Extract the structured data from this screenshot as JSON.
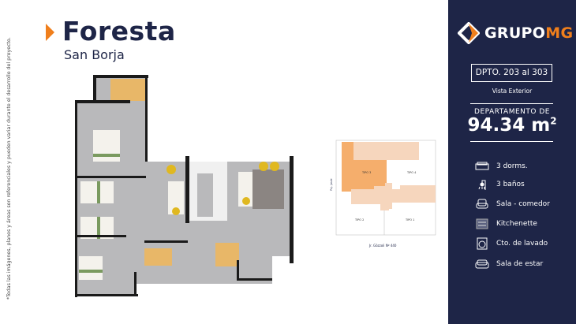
{
  "disclaimer": "*Todas las imágenes, planos y áreas son referenciales y pueden variar durante el desarrollo del proyecto.",
  "project": {
    "title": "Foresta",
    "district": "San Borja"
  },
  "site_plan": {
    "units": [
      "TIPO 3",
      "TIPO 4",
      "TIPO 2",
      "TIPO 1"
    ],
    "side_street": "Psj. Joule",
    "street": "Jr. Gözzoli Nº 440",
    "highlight_color": "#f5ae6c"
  },
  "panel": {
    "logo": {
      "part1": "GRUPO",
      "part2": "MG"
    },
    "dpto": "DPTO. 203 al 303",
    "view": "Vista Exterior",
    "area_label": "DEPARTAMENTO DE",
    "area_value": "94.34 m",
    "area_sup": "2",
    "features": [
      {
        "icon": "bed-icon",
        "label": "3 dorms."
      },
      {
        "icon": "shower-icon",
        "label": "3 baños"
      },
      {
        "icon": "armchair-icon",
        "label": "Sala - comedor"
      },
      {
        "icon": "stove-icon",
        "label": "Kitchenette"
      },
      {
        "icon": "washing-machine-icon",
        "label": "Cto. de lavado"
      },
      {
        "icon": "sofa-icon",
        "label": "Sala de estar"
      }
    ]
  },
  "colors": {
    "navy": "#1e2547",
    "orange": "#f07f1c"
  }
}
